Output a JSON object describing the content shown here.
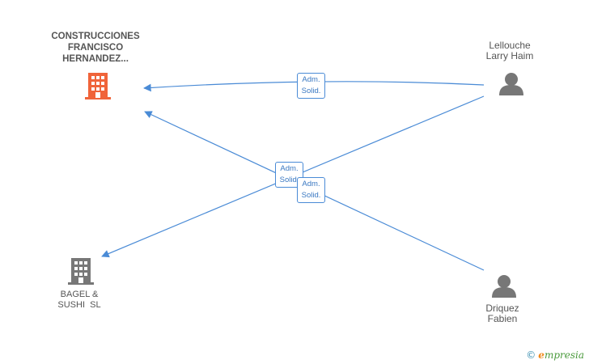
{
  "nodes": {
    "company_main": {
      "lines": [
        "CONSTRUCCIONES",
        "FRANCISCO",
        "HERNANDEZ..."
      ],
      "color": "#f0643a"
    },
    "company_bagel": {
      "lines": [
        "BAGEL &",
        "SUSHI  SL"
      ],
      "color": "#777777"
    },
    "person_lellouche": {
      "lines": [
        "Lellouche",
        "Larry Haim"
      ],
      "color": "#777777"
    },
    "person_driquez": {
      "lines": [
        "Driquez",
        "Fabien"
      ],
      "color": "#777777"
    }
  },
  "edges": [
    {
      "from": "person_lellouche",
      "to": "company_main",
      "label": [
        "Adm.",
        "Solid."
      ]
    },
    {
      "from": "person_lellouche",
      "to": "company_bagel",
      "label": [
        "Adm.",
        "Solid."
      ]
    },
    {
      "from": "person_driquez",
      "to": "company_main",
      "label": [
        "Adm.",
        "Solid."
      ]
    }
  ],
  "colors": {
    "edge": "#4a8bd6"
  },
  "brand": {
    "copyright": "©",
    "initial": "e",
    "rest": "mpresia"
  }
}
